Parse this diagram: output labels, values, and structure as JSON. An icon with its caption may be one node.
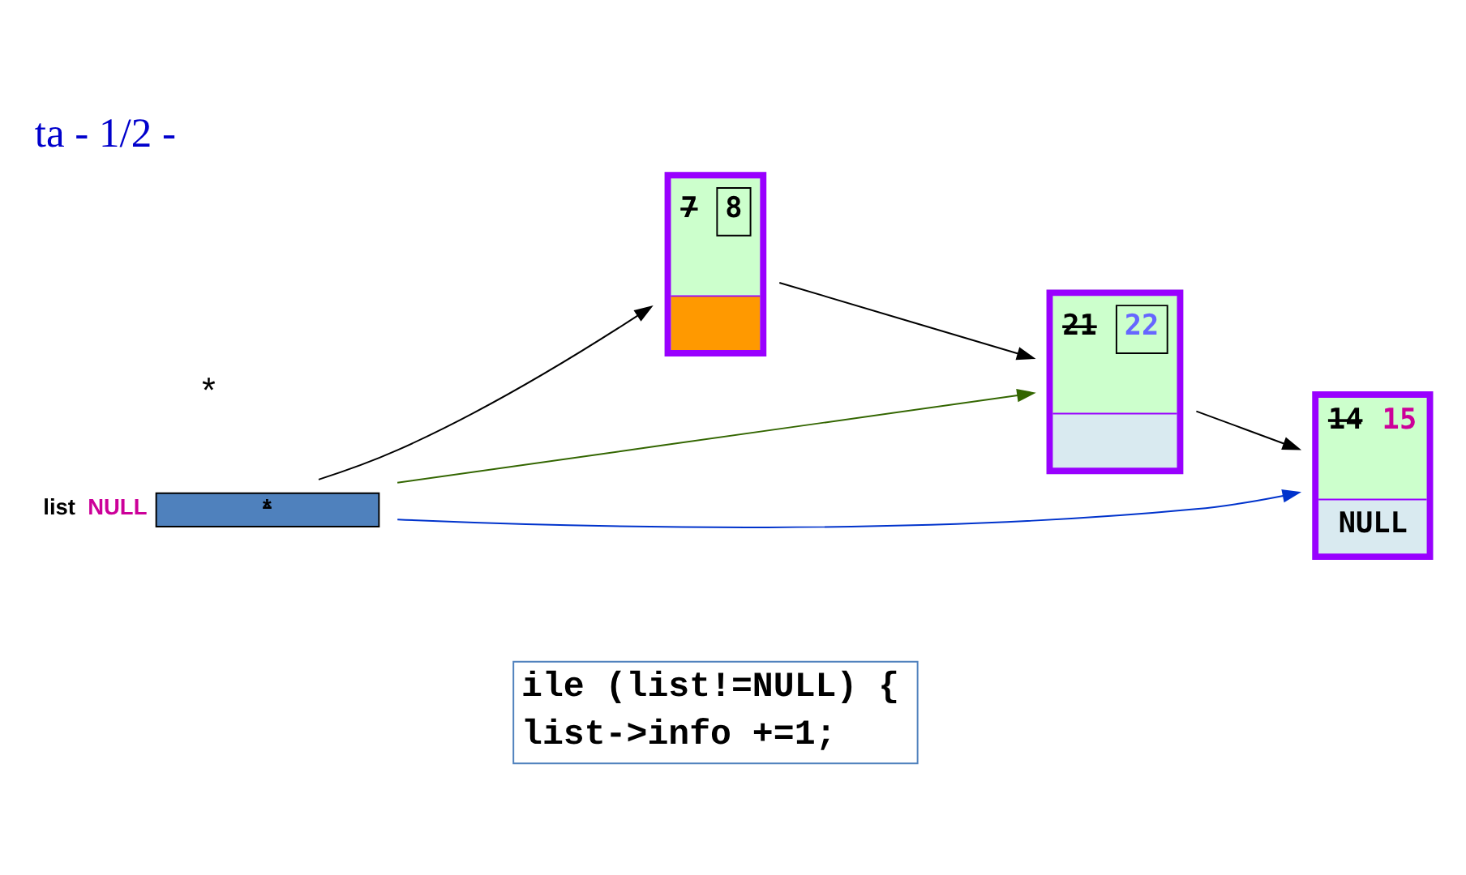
{
  "diagram": {
    "title": "ta - 1/2 -",
    "nodes": [
      {
        "text": [
          "*"
        ],
        "beside": [
          "list",
          "NULL"
        ]
      },
      {
        "text": [
          "7",
          "8"
        ]
      },
      {
        "text": [
          "21",
          "22"
        ]
      },
      {
        "text": [
          "14",
          "15",
          "NULL"
        ]
      },
      {
        "text": [
          "ile (list!=NULL) {",
          "list->info +=1;"
        ]
      }
    ],
    "edges": [
      {
        "from": 0,
        "to": 1,
        "arrow": "to"
      },
      {
        "from": 0,
        "to": 2,
        "arrow": "to",
        "color": "#336600"
      },
      {
        "from": 0,
        "to": 3,
        "arrow": "to",
        "color": "#0033cc"
      },
      {
        "from": 1,
        "to": 2,
        "arrow": "to"
      },
      {
        "from": 2,
        "to": 3,
        "arrow": "to"
      }
    ],
    "labels": [
      "*"
    ]
  }
}
